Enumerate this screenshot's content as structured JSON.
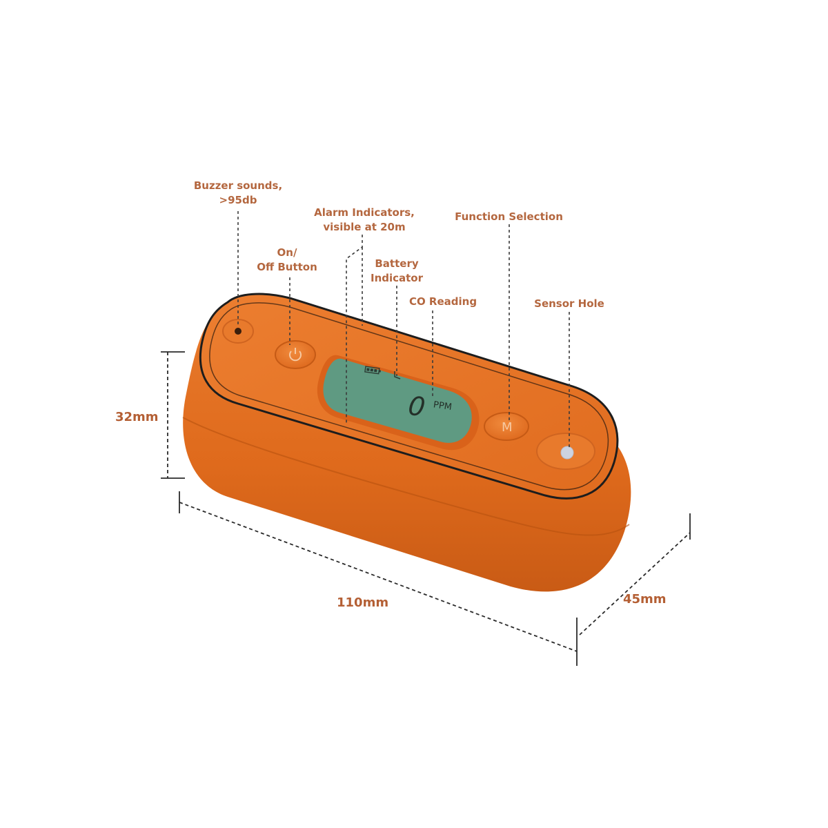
{
  "callouts": {
    "buzzer": {
      "lines": [
        "Buzzer sounds,",
        ">95db"
      ]
    },
    "alarm_indicators": {
      "lines": [
        "Alarm Indicators,",
        "visible at 20m"
      ]
    },
    "function_selection": {
      "lines": [
        "Function Selection"
      ]
    },
    "on_off_button": {
      "lines": [
        "On/",
        "Off Button"
      ]
    },
    "battery_indicator": {
      "lines": [
        "Battery",
        "Indicator"
      ]
    },
    "co_reading": {
      "lines": [
        "CO Reading"
      ]
    },
    "sensor_hole": {
      "lines": [
        "Sensor Hole"
      ]
    }
  },
  "dimensions": {
    "height": "32mm",
    "length": "110mm",
    "depth": "45mm"
  },
  "device": {
    "lcd_digit": "0",
    "lcd_unit": "PPM",
    "mode_button_letter": "M",
    "power_icon": "power-icon",
    "colors": {
      "body": "#e06a1f",
      "body_shadow": "#c85a16",
      "lcd": "#5f9a82",
      "text": "#b4673f"
    }
  }
}
